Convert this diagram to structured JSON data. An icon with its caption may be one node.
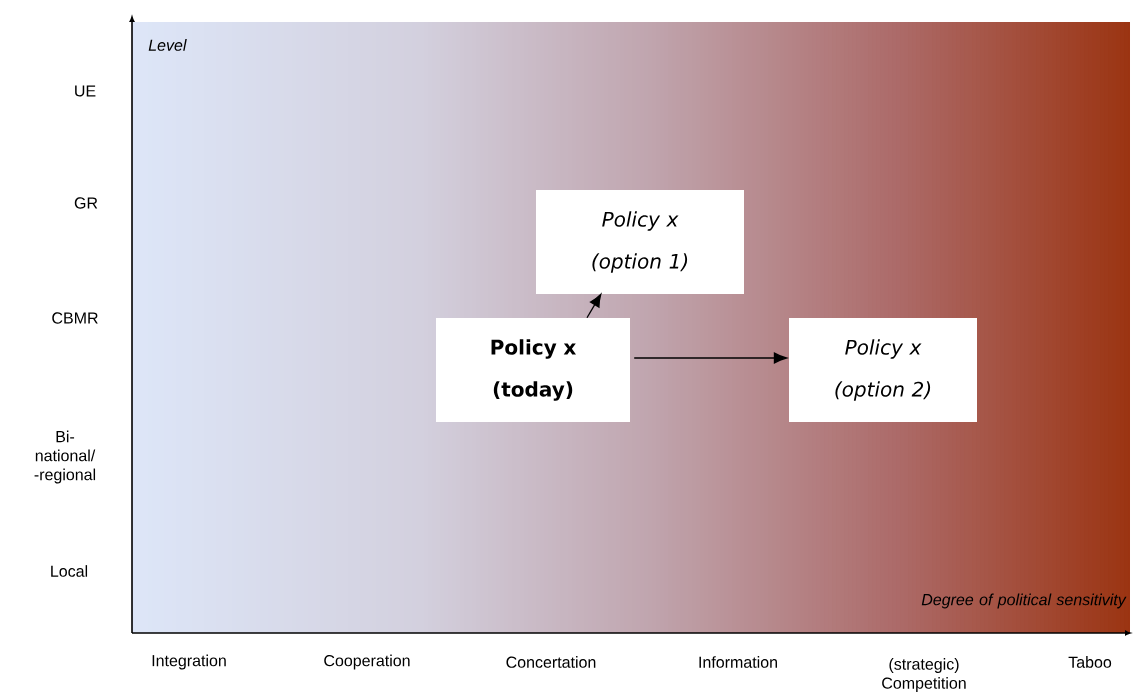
{
  "diagram": {
    "nodes": [
      {
        "text": [
          "Policy x (today)"
        ]
      },
      {
        "text": [
          "Policy x (option 1)"
        ]
      },
      {
        "text": [
          "Policy x (option 2)"
        ]
      }
    ],
    "edges": [
      {
        "from": 0,
        "to": 1,
        "arrow": "to"
      },
      {
        "from": 0,
        "to": 2,
        "arrow": "to"
      }
    ],
    "labels": [
      "Level",
      "UE",
      "GR",
      "CBMR",
      "Bi- national/ -regional",
      "Local",
      "Degree of political sensitivity",
      "Integration",
      "Cooperation",
      "Concertation",
      "Information",
      "(strategic) Competition",
      "Taboo"
    ]
  }
}
